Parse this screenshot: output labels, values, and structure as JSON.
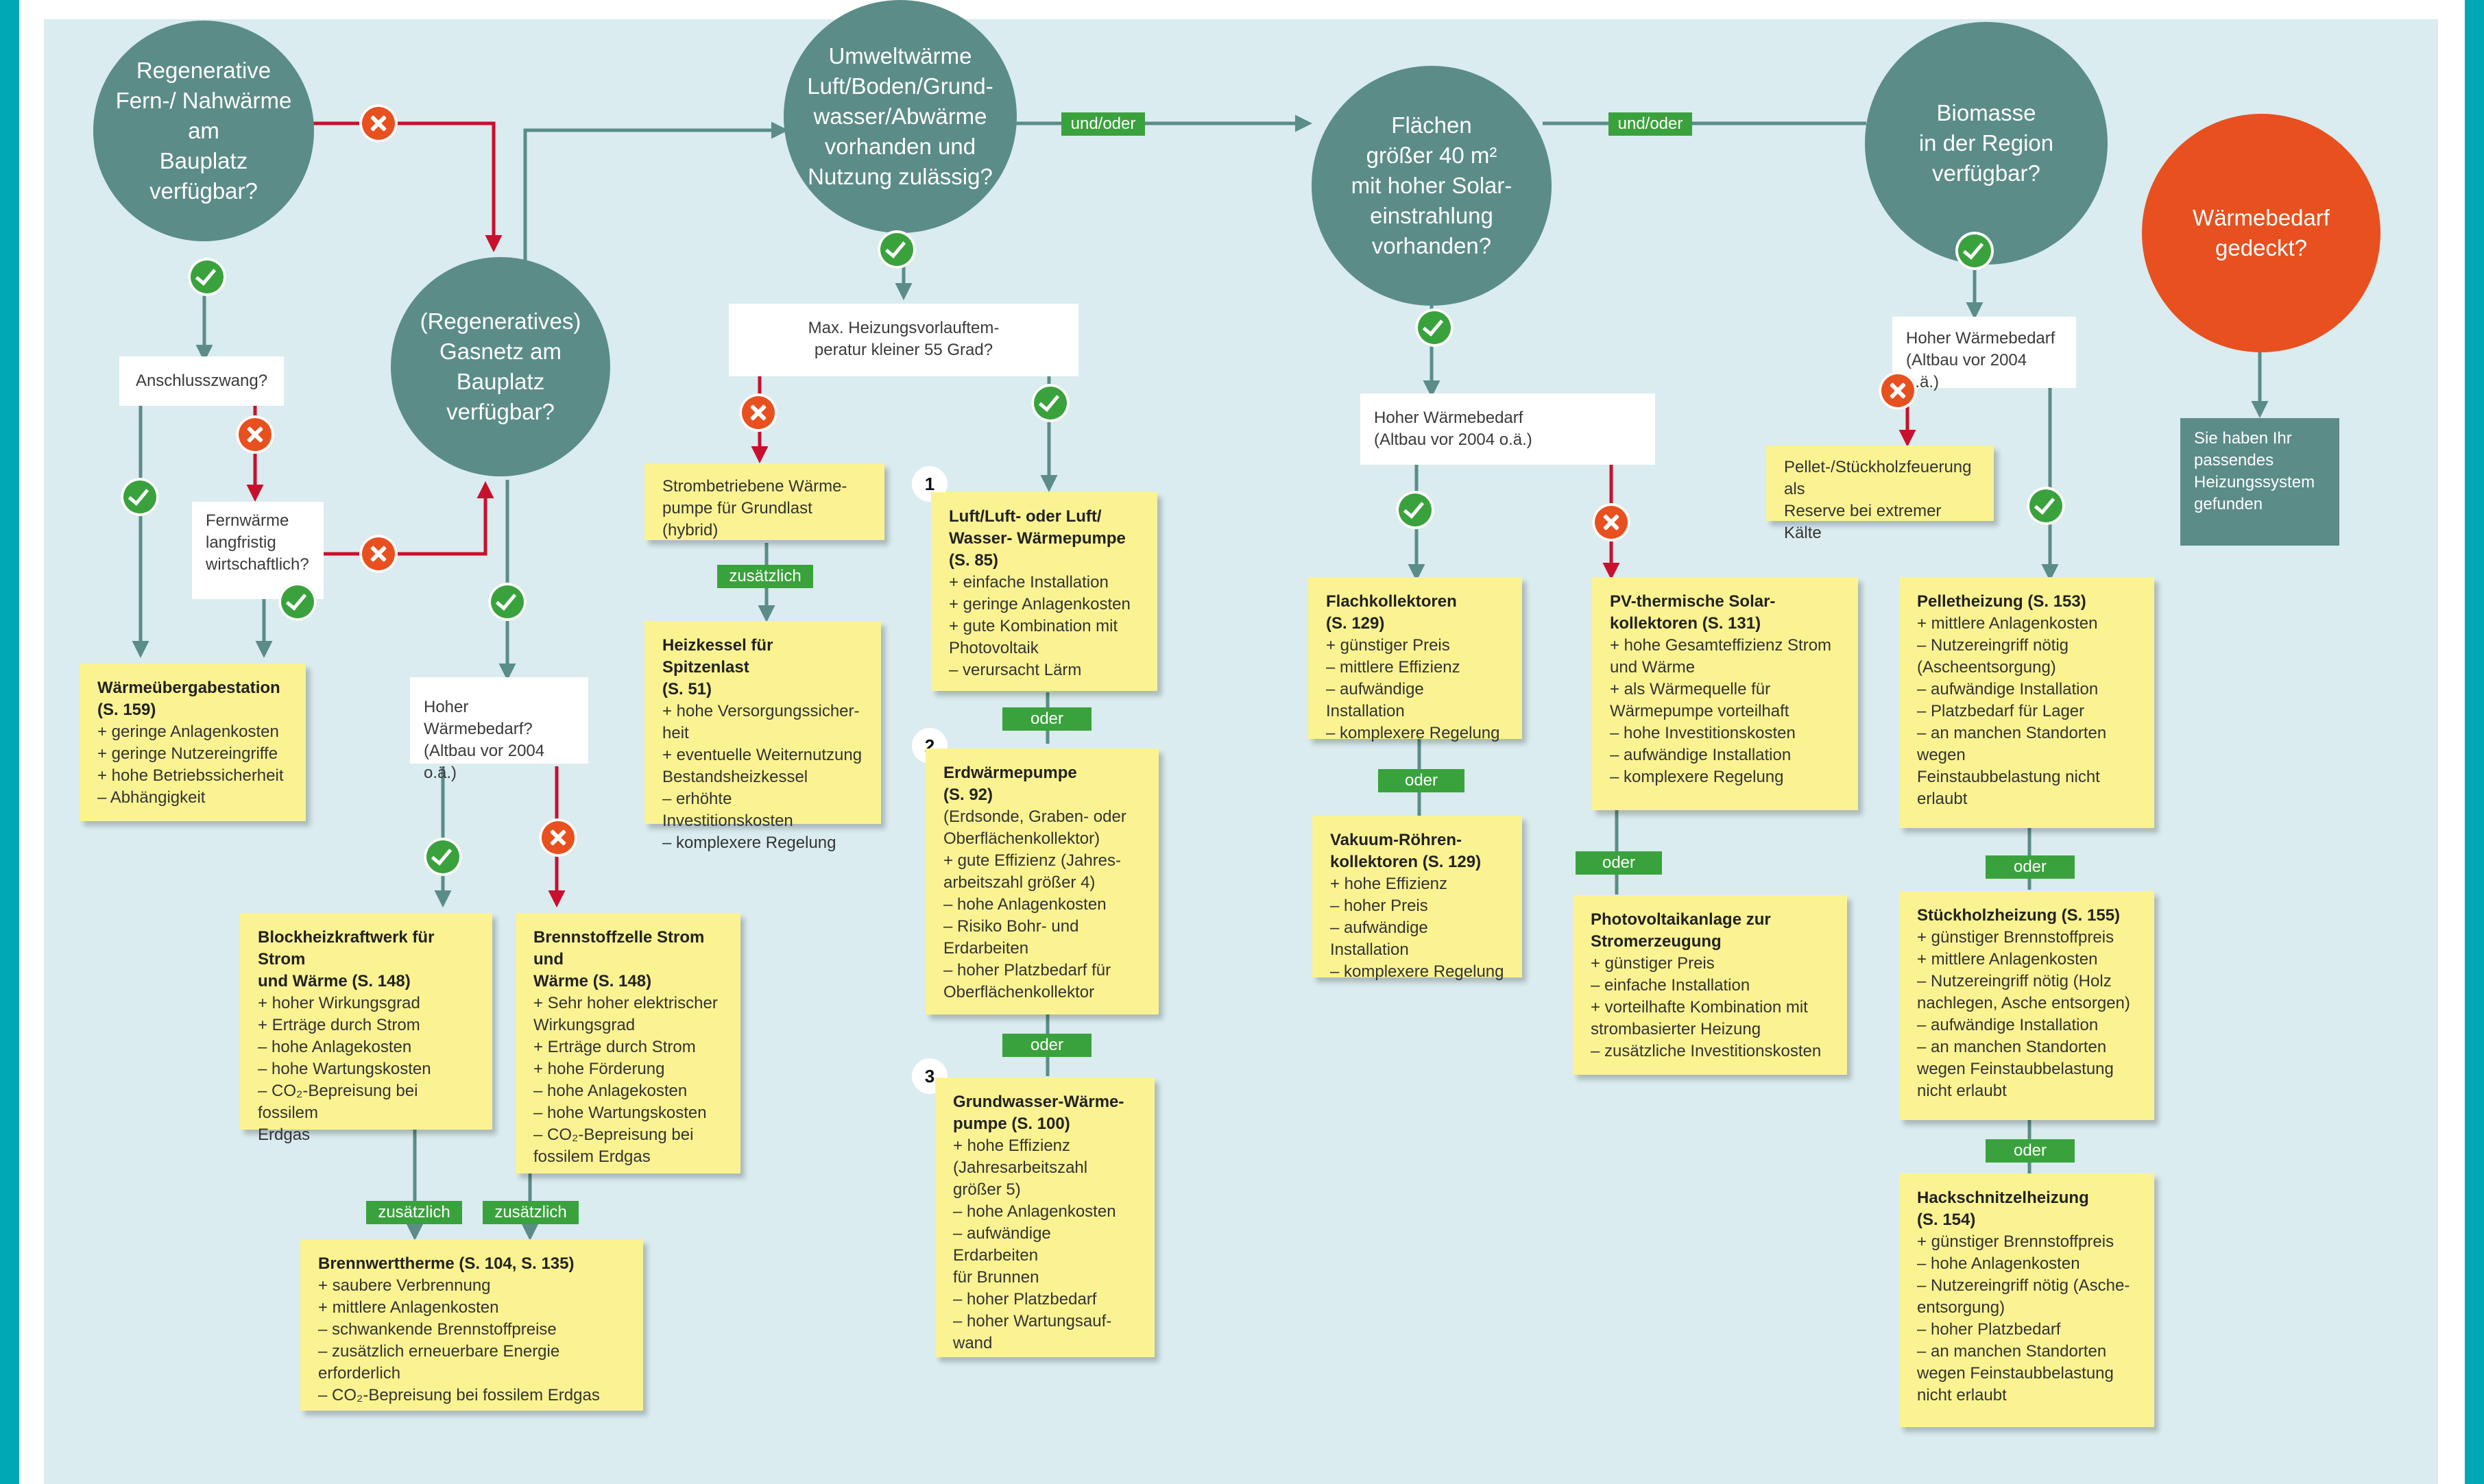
{
  "colors": {
    "teal": "#5b8c88",
    "orange": "#e8501f",
    "green": "#3aa23d",
    "red": "#c8102e",
    "yellow": "#fbf392",
    "background": "#daecef",
    "accent_stripe": "#00a7b5"
  },
  "icons": {
    "yes": "check-icon",
    "no": "cross-icon"
  },
  "circles": {
    "fernwaerme": "Regenerative\nFern-/ Nahwärme am\nBauplatz verfügbar?",
    "gasnetz": "(Regeneratives)\nGasnetz am Bauplatz\nverfügbar?",
    "umweltwaerme": "Umweltwärme\nLuft/Boden/Grund-\nwasser/Abwärme\nvorhanden und\nNutzung zulässig?",
    "flaechen": "Flächen\ngrößer 40 m²\nmit hoher Solar-\neinstrahlung\nvorhanden?",
    "biomasse": "Biomasse\nin der Region\nverfügbar?",
    "waermebedarf": "Wärmebedarf\ngedeckt?"
  },
  "questions": {
    "anschlusszwang": "Anschlusszwang?",
    "fernwaerme_wirtschaftlich": "Fernwärme\nlangfristig\nwirtschaftlich?",
    "gas_hoher_bedarf": "Hoher Wärmebedarf?\n(Altbau vor 2004 o.ä.)",
    "vorlauftemperatur": "Max. Heizungsvorlauftem-\nperatur kleiner 55 Grad?",
    "solar_hoher_bedarf": "Hoher Wärmebedarf\n(Altbau vor 2004 o.ä.)",
    "bio_hoher_bedarf": "Hoher Wärmebedarf\n(Altbau vor 2004 o.ä.)"
  },
  "connectors": {
    "und_oder": "und/oder",
    "oder": "oder",
    "zusaetzlich": "zusätzlich"
  },
  "numbers": [
    "1",
    "2",
    "3"
  ],
  "cards": {
    "waermeuebergabe": {
      "title": "Wärmeübergabestation\n(S. 159)",
      "lines": [
        "+ geringe Anlagenkosten",
        "+ geringe Nutzereingriffe",
        "+ hohe Betriebssicherheit",
        "– Abhängigkeit"
      ]
    },
    "bhkw": {
      "title": "Blockheizkraftwerk für Strom\nund Wärme (S. 148)",
      "lines": [
        "+ hoher Wirkungsgrad",
        "+ Erträge durch Strom",
        "– hohe Anlagekosten",
        "– hohe Wartungskosten",
        "– CO₂-Bepreisung bei fossilem\n   Erdgas"
      ]
    },
    "brennstoffzelle": {
      "title": "Brennstoffzelle Strom und\nWärme (S. 148)",
      "lines": [
        "+ Sehr hoher elektrischer\n   Wirkungsgrad",
        "+ Erträge durch Strom",
        "+ hohe Förderung",
        "– hohe Anlagekosten",
        "– hohe Wartungskosten",
        "– CO₂-Bepreisung bei\n   fossilem Erdgas"
      ]
    },
    "brennwerttherme": {
      "title": "Brennwerttherme (S. 104, S. 135)",
      "lines": [
        "+ saubere Verbrennung",
        "+ mittlere Anlagenkosten",
        "– schwankende Brennstoffpreise",
        "– zusätzlich erneuerbare Energie erforderlich",
        "– CO₂-Bepreisung bei fossilem Erdgas"
      ]
    },
    "strom_waermepumpe": {
      "title": "",
      "lines": [
        "Strombetriebene Wärme-\npumpe für Grundlast (hybrid)"
      ]
    },
    "heizkessel": {
      "title": "Heizkessel für Spitzenlast\n(S.  51)",
      "lines": [
        "+ hohe Versorgungssicher-\n   heit",
        "+ eventuelle Weiternutzung\n   Bestandsheizkessel",
        "– erhöhte Investitionskosten",
        "– komplexere Regelung"
      ]
    },
    "luft_wp": {
      "title": "Luft/Luft- oder Luft/\nWasser- Wärmepumpe\n(S. 85)",
      "lines": [
        "+ einfache Installation",
        "+ geringe Anlagenkosten",
        "+ gute Kombination mit\n   Photovoltaik",
        "– verursacht Lärm"
      ]
    },
    "erdwaermepumpe": {
      "title": "Erdwärmepumpe\n(S. 92)",
      "lines": [
        "(Erdsonde, Graben- oder\nOberflächenkollektor)",
        "+ gute Effizienz (Jahres-\n   arbeitszahl größer 4)",
        "– hohe Anlagenkosten",
        "– Risiko Bohr- und\n   Erdarbeiten",
        "– hoher Platzbedarf für\n   Oberflächenkollektor"
      ]
    },
    "grundwasser_wp": {
      "title": "Grundwasser-Wärme-\npumpe (S. 100)",
      "lines": [
        "+ hohe Effizienz\n   (Jahresarbeitszahl\n   größer 5)",
        "– hohe Anlagenkosten",
        "– aufwändige Erdarbeiten\n   für Brunnen",
        "– hoher Platzbedarf",
        "– hoher Wartungsauf-\n   wand"
      ]
    },
    "flachkollektoren": {
      "title": "Flachkollektoren\n(S. 129)",
      "lines": [
        "+ günstiger Preis",
        "– mittlere Effizienz",
        "– aufwändige Installation",
        "– komplexere Regelung"
      ]
    },
    "vakuum": {
      "title": "Vakuum-Röhren-\nkollektoren (S. 129)",
      "lines": [
        "+ hohe Effizienz",
        "– hoher Preis",
        "– aufwändige Installation",
        "– komplexere Regelung"
      ]
    },
    "pvt": {
      "title": "PV-thermische Solar-\nkollektoren (S. 131)",
      "lines": [
        "+ hohe Gesamteffizienz Strom\n   und Wärme",
        "+ als Wärmequelle für\n   Wärmepumpe vorteilhaft",
        "– hohe Investitionskosten",
        "– aufwändige Installation",
        "– komplexere Regelung"
      ]
    },
    "photovoltaik": {
      "title": "Photovoltaikanlage zur\nStromerzeugung",
      "lines": [
        "+ günstiger Preis",
        "– einfache Installation",
        "+ vorteilhafte Kombination mit\n   strombasierter Heizung",
        "– zusätzliche Investitionskosten"
      ]
    },
    "pellet_reserve": {
      "title": "",
      "lines": [
        "Pellet-/Stückholzfeuerung als\nReserve bei extremer Kälte"
      ]
    },
    "pelletheizung": {
      "title": "Pelletheizung (S. 153)",
      "lines": [
        "+ mittlere Anlagenkosten",
        "– Nutzereingriff nötig\n   (Ascheentsorgung)",
        "– aufwändige Installation",
        "– Platzbedarf für Lager",
        "– an manchen Standorten\n   wegen\n   Feinstaubbelastung nicht\n   erlaubt"
      ]
    },
    "stueckholz": {
      "title": "Stückholzheizung (S. 155)",
      "lines": [
        "+ günstiger Brennstoffpreis",
        "+ mittlere Anlagenkosten",
        "– Nutzereingriff nötig (Holz\n   nachlegen, Asche entsorgen)",
        "– aufwändige Installation",
        "– an manchen Standorten\n   wegen Feinstaubbelastung\n   nicht erlaubt"
      ]
    },
    "hackschnitzel": {
      "title": "Hackschnitzelheizung\n(S. 154)",
      "lines": [
        "+ günstiger Brennstoffpreis",
        "– hohe Anlagenkosten",
        "– Nutzereingriff nötig (Asche-\n   entsorgung)",
        "– hoher Platzbedarf",
        "– an manchen Standorten\n   wegen Feinstaubbelastung\n   nicht erlaubt"
      ]
    }
  },
  "end_box": "Sie haben Ihr\npassendes\nHeizungssystem\ngefunden"
}
